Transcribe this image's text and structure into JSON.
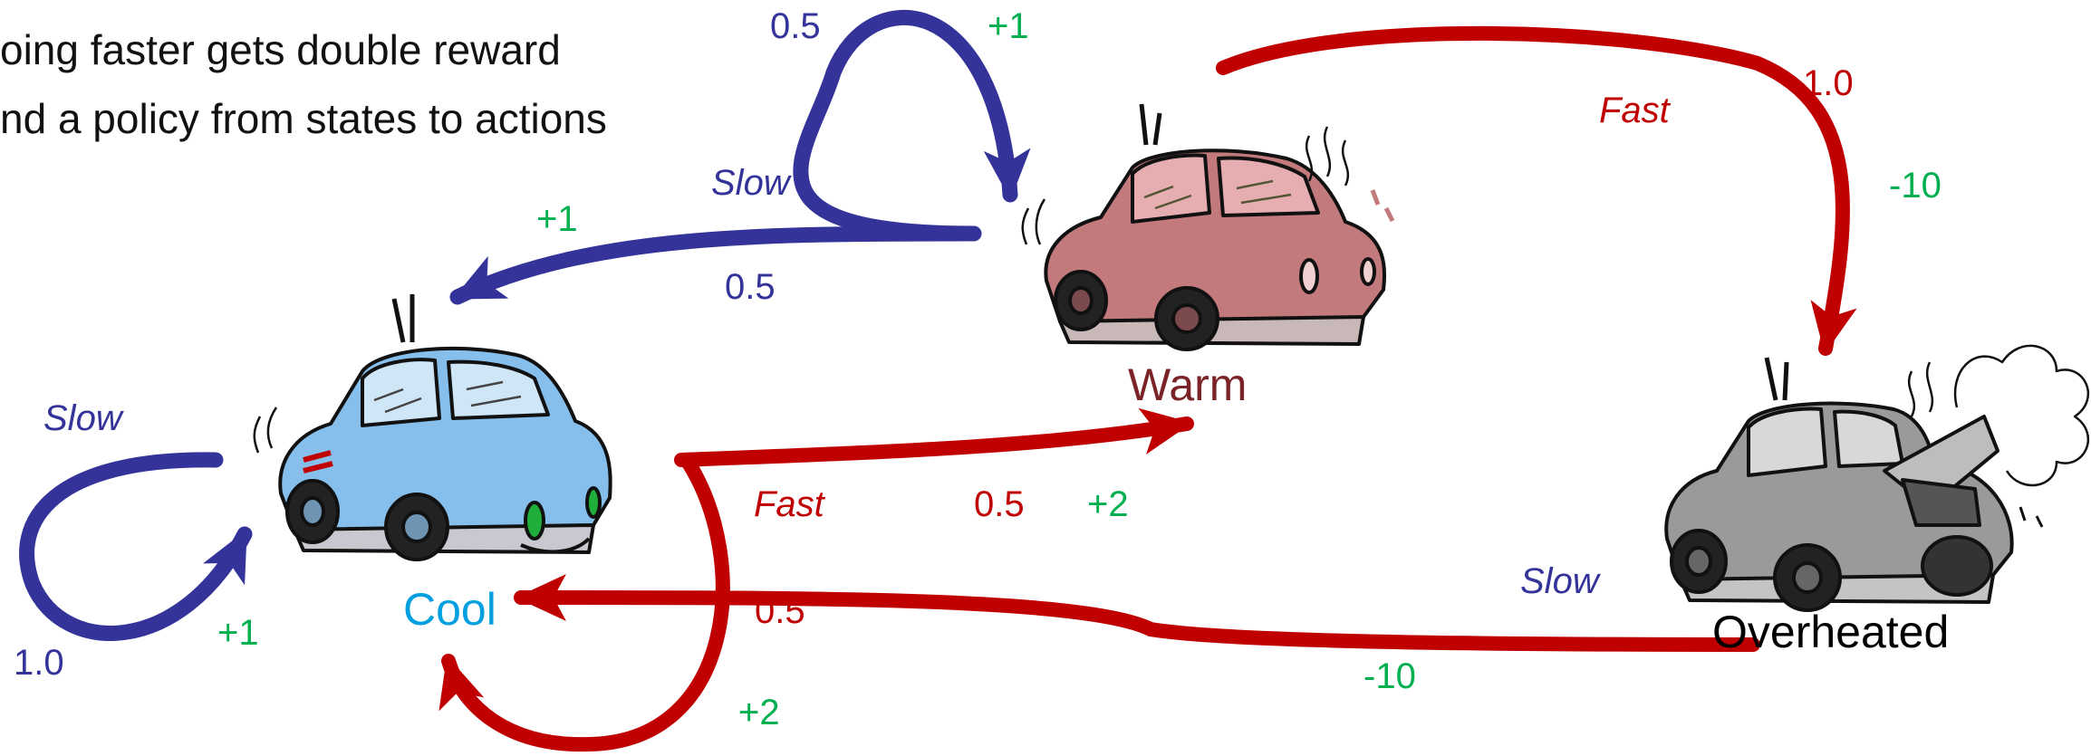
{
  "intro_lines": [
    "oing faster gets double reward",
    "nd a policy from states to actions"
  ],
  "states": {
    "cool": "Cool",
    "warm": "Warm",
    "overheated": "Overheated"
  },
  "actions": {
    "slow": "Slow",
    "fast": "Fast"
  },
  "transitions": {
    "cool_slow": {
      "action": "Slow",
      "prob": "1.0",
      "reward": "+1"
    },
    "cool_fast_warm": {
      "action": "Fast",
      "prob": "0.5",
      "reward": "+2"
    },
    "cool_fast_cool": {
      "prob": "0.5",
      "reward": "+2"
    },
    "warm_slow_warm": {
      "prob": "0.5",
      "reward": "+1"
    },
    "warm_slow_cool": {
      "action": "Slow",
      "prob": "0.5",
      "reward": "+1"
    },
    "warm_fast_over": {
      "action": "Fast",
      "prob": "1.0",
      "reward": "-10"
    },
    "over_slow_cool": {
      "action": "Slow",
      "reward": "-10"
    }
  },
  "colors": {
    "slow_arrow": "#33339A",
    "fast_arrow": "#C00000",
    "slow_text": "#33339A",
    "fast_text": "#C00000",
    "reward_text": "#00B050",
    "cool_label": "#00A0E0",
    "warm_label": "#7B2326",
    "over_label": "#000000",
    "cool_car": "#86BFEB",
    "warm_car": "#C37A7C",
    "over_car": "#9A9A9A"
  },
  "icons": [
    "cool-car-icon",
    "warm-car-icon",
    "overheated-car-icon"
  ]
}
